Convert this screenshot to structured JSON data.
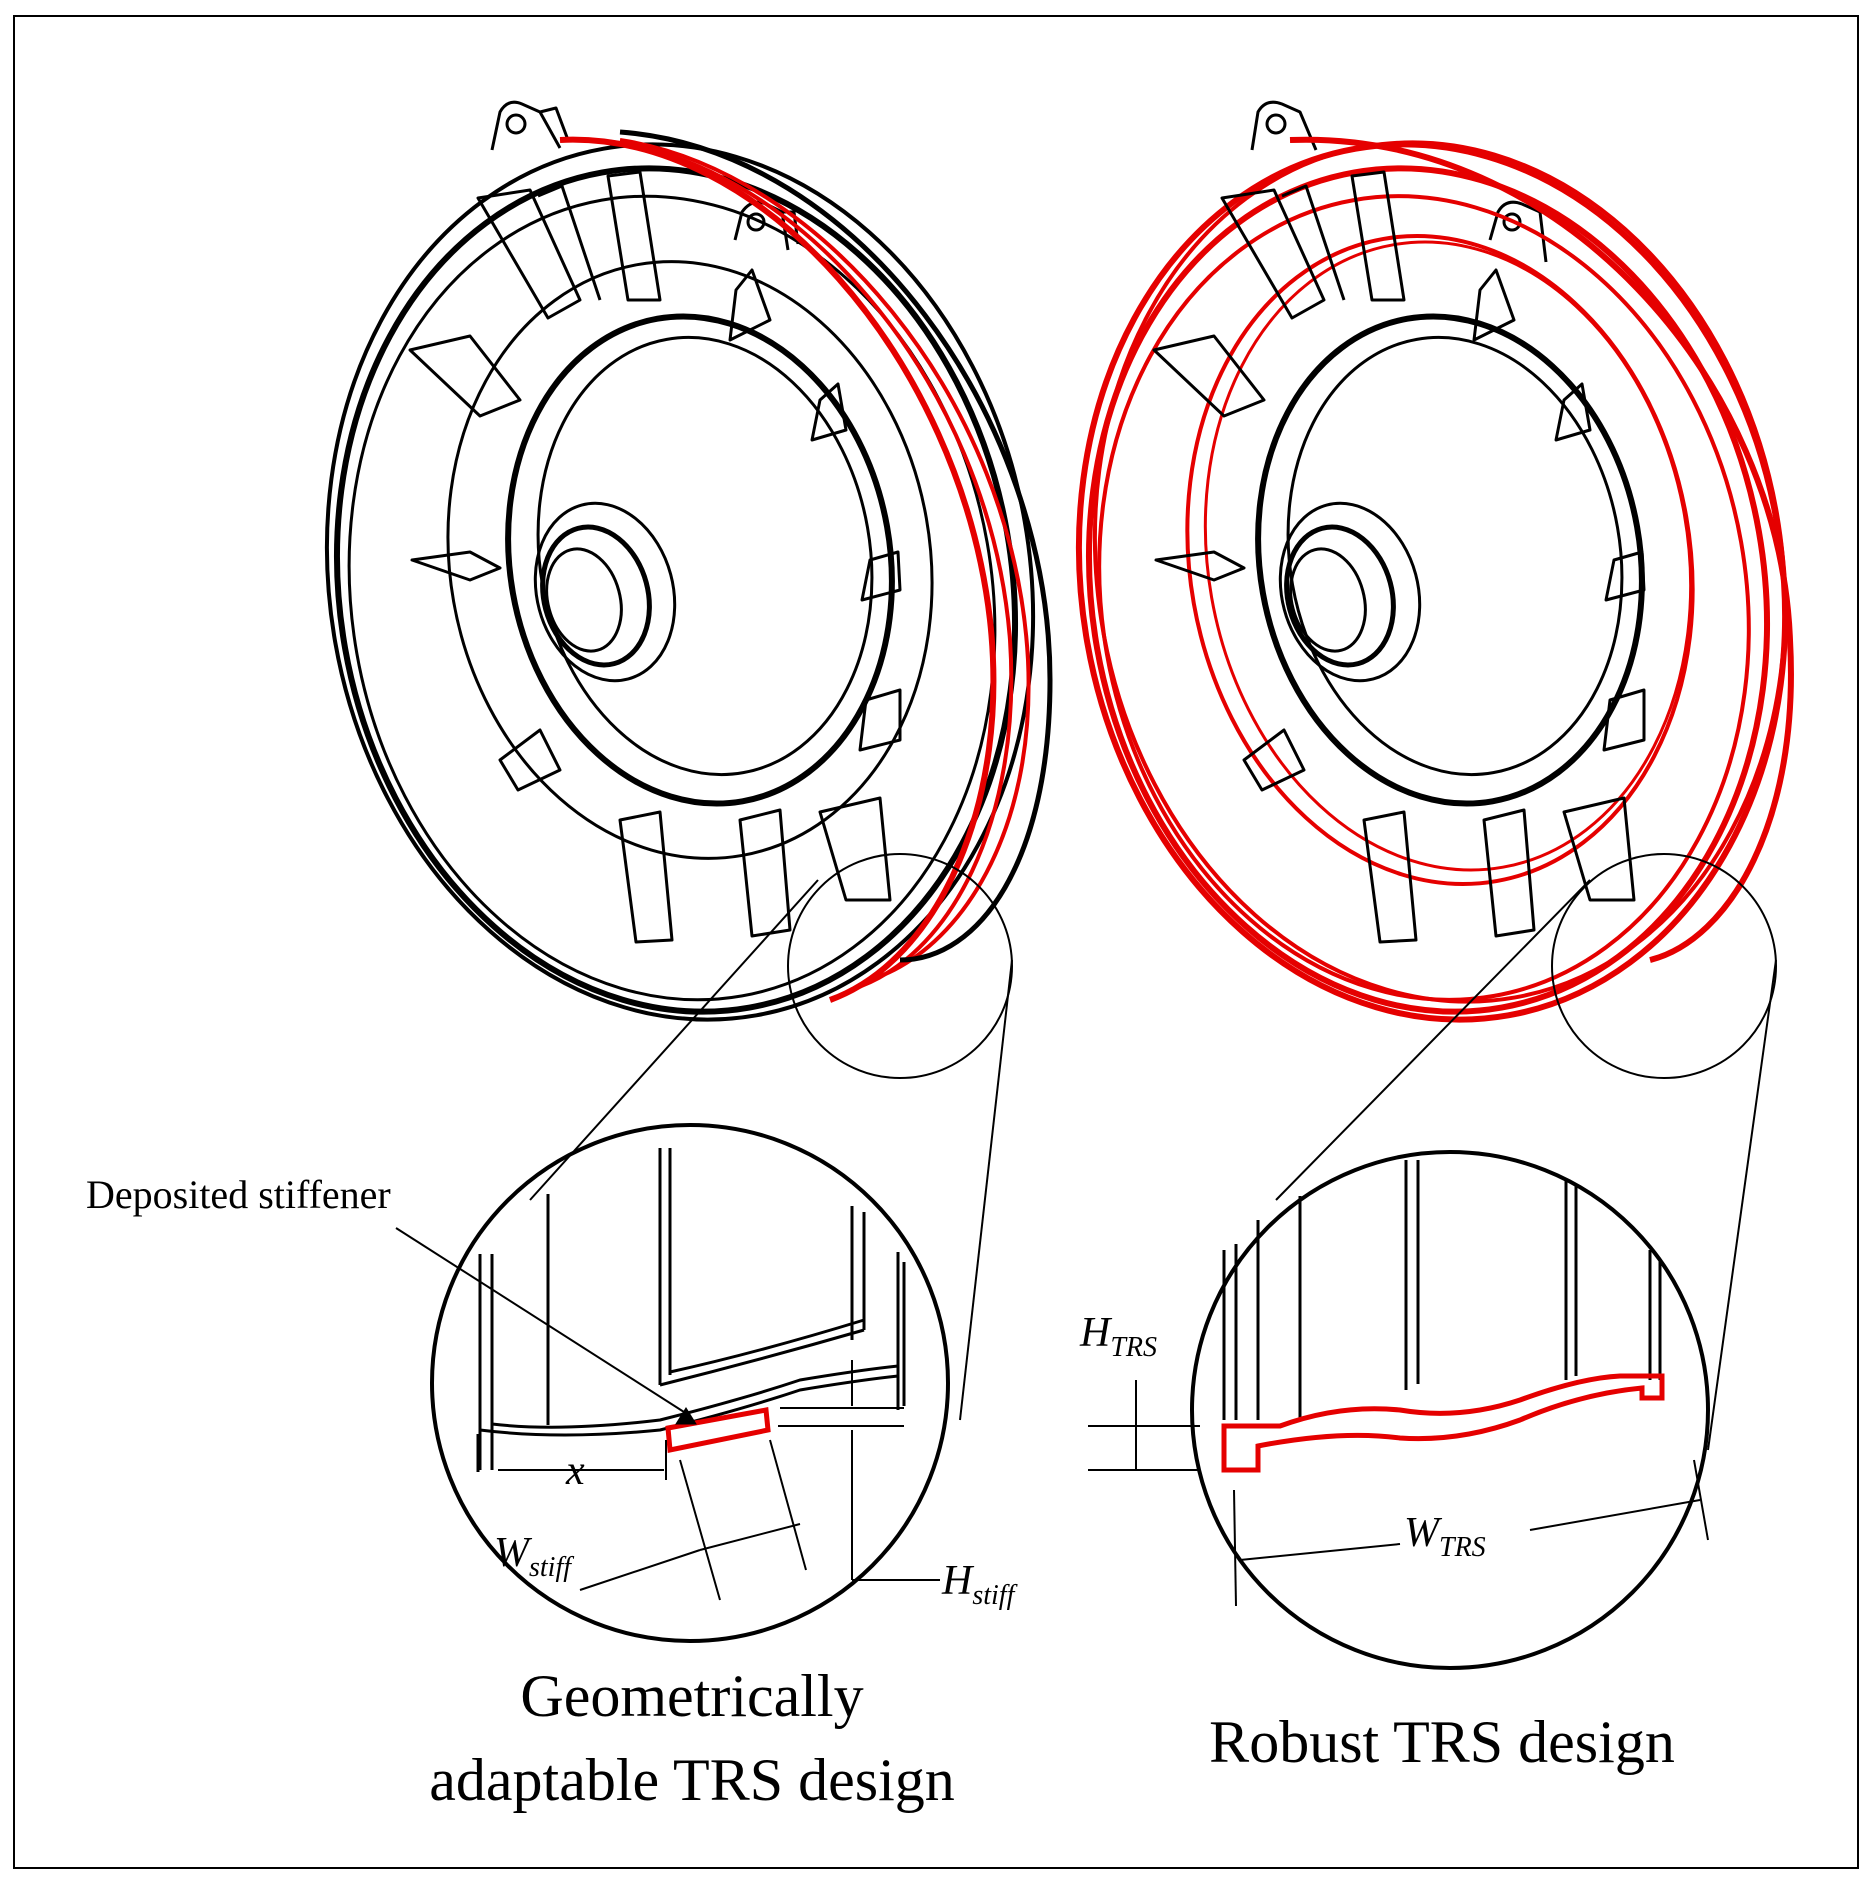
{
  "labels": {
    "deposited_stiffener": "Deposited stiffener",
    "x": "x",
    "w_stiff_main": "W",
    "w_stiff_sub": "stiff",
    "h_stiff_main": "H",
    "h_stiff_sub": "stiff",
    "h_trs_main": "H",
    "h_trs_sub": "TRS",
    "w_trs_main": "W",
    "w_trs_sub": "TRS"
  },
  "captions": {
    "left_line1": "Geometrically",
    "left_line2": "adaptable TRS design",
    "right": "Robust TRS design"
  },
  "colors": {
    "highlight": "#e50000",
    "ink": "#000000",
    "background": "#ffffff"
  }
}
